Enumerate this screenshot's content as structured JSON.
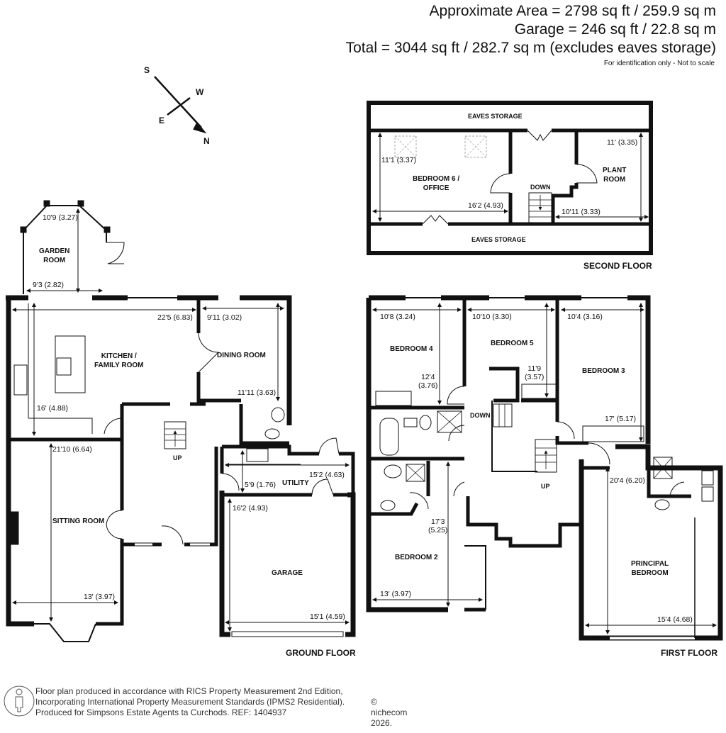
{
  "header": {
    "approx_area": "Approximate Area = 2798 sq ft / 259.9 sq m",
    "garage_area": "Garage = 246 sq ft / 22.8 sq m",
    "total_area": "Total = 3044 sq ft / 282.7 sq m (excludes eaves storage)",
    "note": "For identification only - Not to scale"
  },
  "compass": {
    "s": "S",
    "w": "W",
    "e": "E",
    "n": "N",
    "icon": "compass-arrow-icon"
  },
  "second_floor": {
    "title": "SECOND FLOOR",
    "rooms": {
      "eaves_top": "EAVES STORAGE",
      "eaves_bottom": "EAVES STORAGE",
      "bedroom6": "BEDROOM 6 /\nOFFICE",
      "plant": "PLANT\nROOM",
      "down": "DOWN"
    },
    "dims": {
      "bedroom6_h": "11'1 (3.37)",
      "bedroom6_w": "16'2 (4.93)",
      "plant_h": "11' (3.35)",
      "plant_w": "10'11 (3.33)"
    }
  },
  "ground_floor": {
    "title": "GROUND FLOOR",
    "rooms": {
      "garden": "GARDEN\nROOM",
      "kitchen": "KITCHEN /\nFAMILY ROOM",
      "dining": "DINING ROOM",
      "sitting": "SITTING ROOM",
      "utility": "UTILITY",
      "garage": "GARAGE",
      "up": "UP"
    },
    "dims": {
      "garden_h": "10'9 (3.27)",
      "garden_w": "9'3 (2.82)",
      "kitchen_w": "22'5 (6.83)",
      "kitchen_h": "16' (4.88)",
      "dining_w": "9'11 (3.02)",
      "dining_h": "11'11 (3.63)",
      "sitting_h": "21'10 (6.64)",
      "sitting_w": "13' (3.97)",
      "utility_w": "15'2 (4.63)",
      "utility_h": "5'9 (1.76)",
      "garage_h": "16'2 (4.93)",
      "garage_w": "15'1 (4.59)"
    }
  },
  "first_floor": {
    "title": "FIRST FLOOR",
    "rooms": {
      "bedroom4": "BEDROOM 4",
      "bedroom5": "BEDROOM 5",
      "bedroom3": "BEDROOM 3",
      "bedroom2": "BEDROOM 2",
      "principal": "PRINCIPAL\nBEDROOM",
      "down": "DOWN",
      "up": "UP"
    },
    "dims": {
      "bedroom4_w": "10'8 (3.24)",
      "bedroom4_h": "12'4\n(3.76)",
      "bedroom5_w": "10'10 (3.30)",
      "bedroom5_h": "11'9\n(3.57)",
      "bedroom3_w": "10'4 (3.16)",
      "bedroom3_h": "17' (5.17)",
      "bedroom2_h": "17'3\n(5.25)",
      "bedroom2_w": "13' (3.97)",
      "principal_h": "20'4 (6.20)",
      "principal_w": "15'4 (4.68)"
    }
  },
  "footer": {
    "line1": "Floor plan produced in accordance with RICS Property Measurement 2nd Edition,",
    "line2": "Incorporating International Property Measurement Standards (IPMS2 Residential).",
    "line3": "Produced for Simpsons Estate Agents ta Curchods.   REF: 1404937",
    "copyright": "© nichecom 2026.",
    "icon": "person-info-icon"
  }
}
